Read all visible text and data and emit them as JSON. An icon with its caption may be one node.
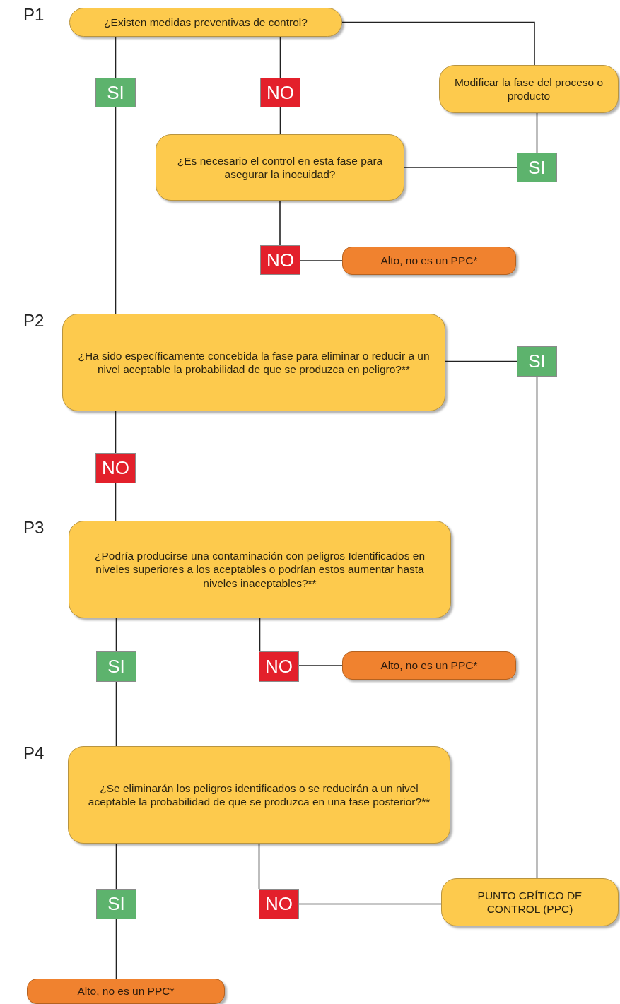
{
  "diagram": {
    "nodes": [
      {
        "text": [
          "¿Existen medidas preventivas de control?"
        ],
        "beside": [
          "P1"
        ]
      },
      {
        "text": [
          "SI"
        ]
      },
      {
        "text": [
          "NO"
        ]
      },
      {
        "text": [
          "Modificar la fase del proceso o producto"
        ]
      },
      {
        "text": [
          "¿Es necesario el control en esta fase para asegurar la inocuidad?"
        ]
      },
      {
        "text": [
          "SI"
        ]
      },
      {
        "text": [
          "NO"
        ]
      },
      {
        "text": [
          "Alto, no es un PPC*"
        ]
      },
      {
        "text": [
          "¿Ha sido específicamente concebida la fase para eliminar o reducir a un nivel aceptable la probabilidad de que se produzca en peligro?**"
        ],
        "beside": [
          "P2"
        ]
      },
      {
        "text": [
          "SI"
        ]
      },
      {
        "text": [
          "NO"
        ]
      },
      {
        "text": [
          "¿Podría producirse una contaminación con peligros Identificados en niveles superiores a los aceptables o podrían estos aumentar hasta niveles inaceptables?**"
        ],
        "beside": [
          "P3"
        ]
      },
      {
        "text": [
          "SI"
        ]
      },
      {
        "text": [
          "NO"
        ]
      },
      {
        "text": [
          "Alto, no es un PPC*"
        ]
      },
      {
        "text": [
          "¿Se eliminarán los peligros identificados o se reducirán a un nivel aceptable la probabilidad de que se produzca en una fase posterior?**"
        ],
        "beside": [
          "P4"
        ]
      },
      {
        "text": [
          "SI"
        ]
      },
      {
        "text": [
          "NO"
        ]
      },
      {
        "text": [
          "PUNTO CRÍTICO DE CONTROL (PPC)"
        ]
      },
      {
        "text": [
          "Alto, no es un PPC*"
        ]
      }
    ],
    "edges": [
      {
        "from": 0,
        "to": 1,
        "arrow": "none"
      },
      {
        "from": 0,
        "to": 2,
        "arrow": "none"
      },
      {
        "from": 0,
        "to": 3,
        "arrow": "none"
      },
      {
        "from": 1,
        "to": 8,
        "arrow": "none"
      },
      {
        "from": 2,
        "to": 4,
        "arrow": "none"
      },
      {
        "from": 4,
        "to": 5,
        "arrow": "none"
      },
      {
        "from": 5,
        "to": 3,
        "arrow": "none"
      },
      {
        "from": 4,
        "to": 6,
        "arrow": "none"
      },
      {
        "from": 6,
        "to": 7,
        "arrow": "none"
      },
      {
        "from": 8,
        "to": 9,
        "arrow": "none"
      },
      {
        "from": 9,
        "to": 18,
        "arrow": "none"
      },
      {
        "from": 8,
        "to": 10,
        "arrow": "none"
      },
      {
        "from": 10,
        "to": 11,
        "arrow": "none"
      },
      {
        "from": 11,
        "to": 12,
        "arrow": "none"
      },
      {
        "from": 11,
        "to": 13,
        "arrow": "none"
      },
      {
        "from": 13,
        "to": 14,
        "arrow": "none"
      },
      {
        "from": 12,
        "to": 15,
        "arrow": "none"
      },
      {
        "from": 15,
        "to": 16,
        "arrow": "none"
      },
      {
        "from": 15,
        "to": 17,
        "arrow": "none"
      },
      {
        "from": 17,
        "to": 18,
        "arrow": "none"
      },
      {
        "from": 16,
        "to": 19,
        "arrow": "none"
      }
    ]
  }
}
